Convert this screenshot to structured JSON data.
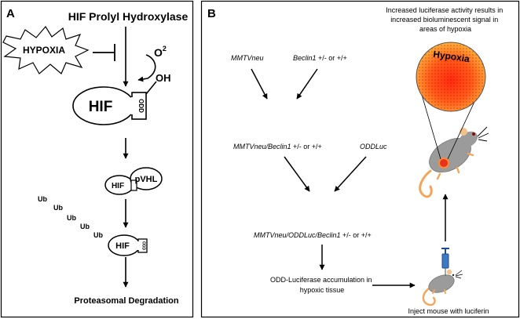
{
  "panel_a": {
    "letter": "A",
    "enzyme": "HIF Prolyl Hydroxylase",
    "hypoxia": "HYPOXIA",
    "o2_base": "O",
    "o2_exp": "2",
    "hif_large": "HIF",
    "odd_large": "ODD",
    "oh": "OH",
    "hif_pvhl": "HIF",
    "pvhl": "pVHL",
    "ub": [
      "Ub",
      "Ub",
      "Ub",
      "Ub",
      "Ub"
    ],
    "hif_ub": "HIF",
    "odd_small": "ODD",
    "degradation": "Proteasomal Degradation"
  },
  "panel_b": {
    "letter": "B",
    "mmtvneu": "MMTVneu",
    "beclin_gene": "Beclin1",
    "beclin_suffix": " +/- or +/+",
    "cross1_gene": "MMTVneu/Beclin1",
    "cross1_suffix": " +/-  or +/+",
    "oddluc": "ODDLuc",
    "cross2_gene": "MMTVneu/ODDLuc/Beclin1",
    "cross2_suffix": " +/-  or +/+",
    "accumulation": [
      "ODD-Luciferase accumulation in",
      "hypoxic tissue"
    ],
    "inject": "Inject mouse with luciferin",
    "signal": [
      "Increased luciferase activity results in",
      "increased bioluminescent signal in",
      "areas of hypoxia"
    ],
    "hypoxia_zone": "Hypoxia"
  }
}
